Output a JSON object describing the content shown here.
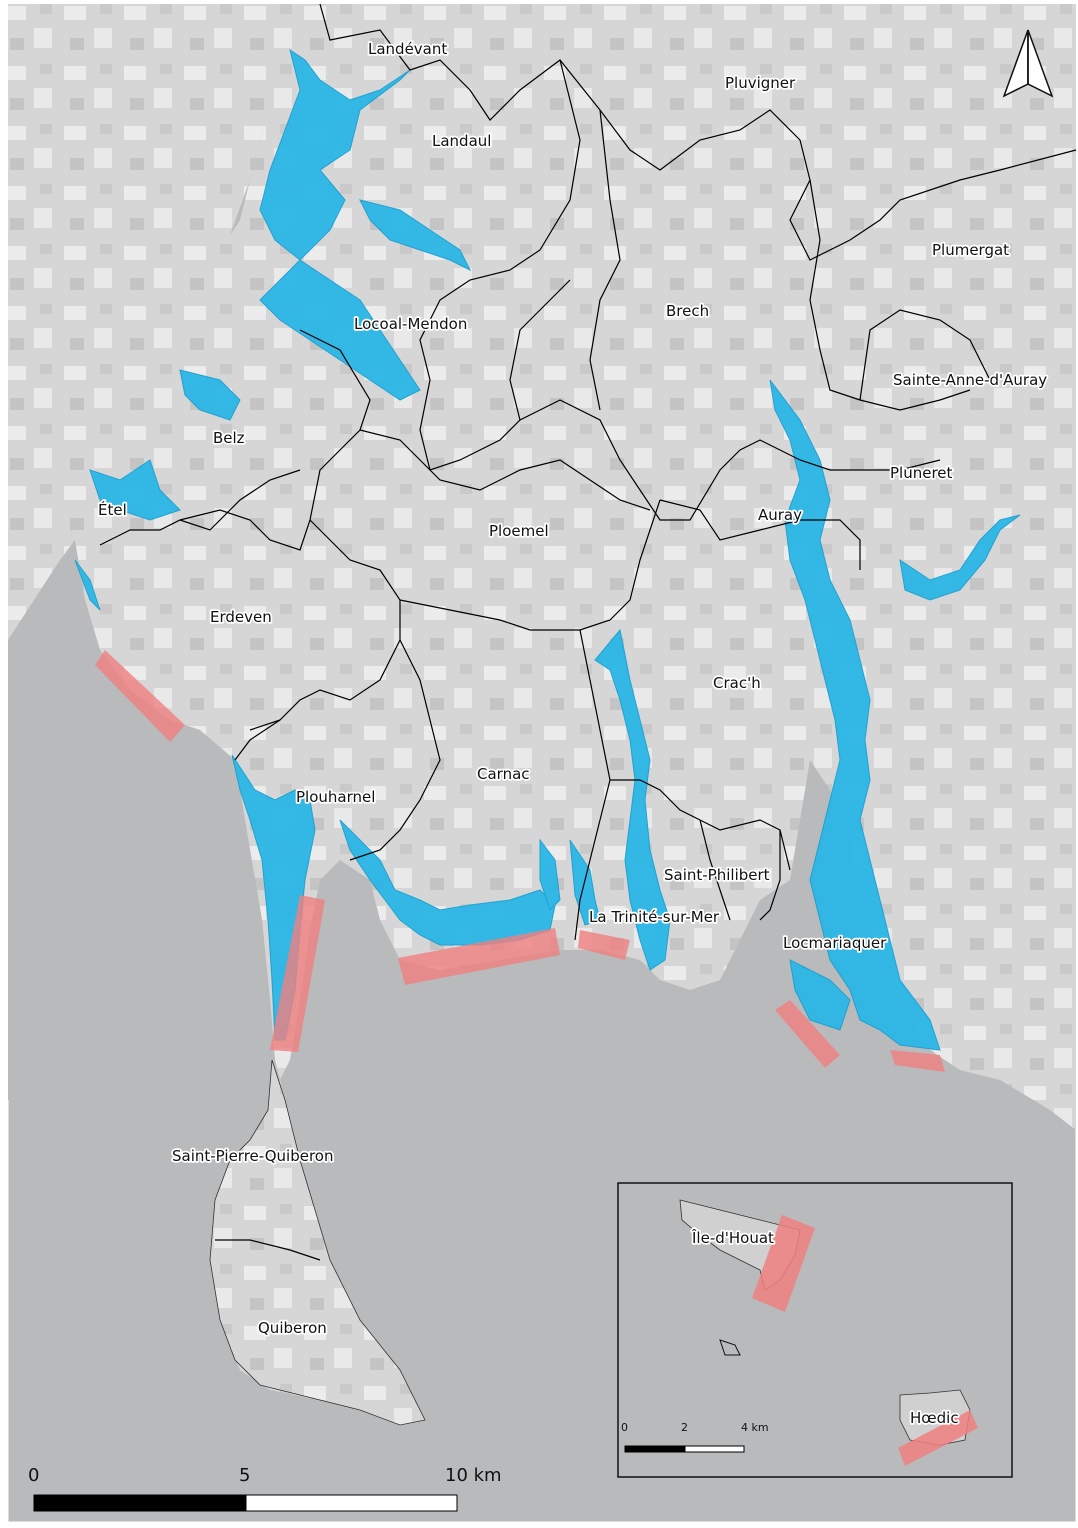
{
  "places": {
    "landevant": "Landévant",
    "landaul": "Landaul",
    "pluvigner": "Pluvigner",
    "plumergat": "Plumergat",
    "brech": "Brech",
    "locoal_mendon": "Locoal-Mendon",
    "sainte_anne": "Sainte-Anne-d'Auray",
    "belz": "Belz",
    "pluneret": "Pluneret",
    "etel": "Étel",
    "auray": "Auray",
    "ploemel": "Ploemel",
    "erdeven": "Erdeven",
    "crach": "Crac'h",
    "carnac": "Carnac",
    "plouharnel": "Plouharnel",
    "saint_philibert": "Saint-Philibert",
    "la_trinite": "La Trinité-sur-Mer",
    "locmariaquer": "Locmariaquer",
    "saint_pierre_quiberon": "Saint-Pierre-Quiberon",
    "quiberon": "Quiberon",
    "houat": "Île-d'Houat",
    "hoedic": "Hœdic"
  },
  "scale_bar": {
    "tick_0": "0",
    "tick_1": "5",
    "tick_2": "10 km"
  },
  "inset_scale_bar": {
    "tick_0": "0",
    "tick_1": "2",
    "tick_2": "4 km"
  },
  "colors": {
    "sea": "#b9babc",
    "land": "#d9d9d9",
    "urban": "#eeeeee",
    "flood_zone": "#2bb6e6",
    "coastal_segment": "#f08080",
    "boundary": "#000000"
  },
  "icons": {
    "north_arrow": "north-arrow-icon"
  }
}
